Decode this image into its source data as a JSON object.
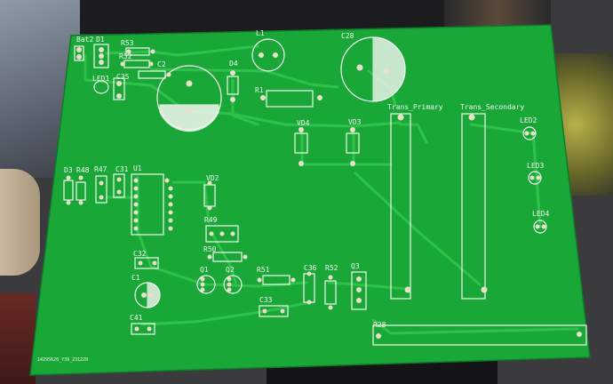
{
  "board": {
    "fill": "#19a838",
    "trace": "#2fc24a",
    "silk": "#f4f6f0",
    "pad": "#e8e0c8",
    "serial": "14295620_Y39_231228"
  },
  "refs": {
    "bat2": "Bat2",
    "d1": "D1",
    "r53": "R53",
    "r52a": "R52",
    "c2": "C2",
    "led1": "LED1",
    "c35": "C35",
    "l1": "L1",
    "c28": "C28",
    "d4": "D4",
    "r1": "R1",
    "vd4": "VD4",
    "vd3": "VD3",
    "trans_primary": "Trans_Primary",
    "trans_secondary": "Trans_Secondary",
    "led2": "LED2",
    "led3": "LED3",
    "led4": "LED4",
    "d3": "D3",
    "r48": "R48",
    "r47": "R47",
    "c31": "C31",
    "u1": "U1",
    "vd2": "VD2",
    "r49": "R49",
    "r50": "R50",
    "c32": "C32",
    "q1": "Q1",
    "q2": "Q2",
    "r51": "R51",
    "c36": "C36",
    "r52b": "R52",
    "q3": "Q3",
    "c1": "C1",
    "c33": "C33",
    "c41": "C41",
    "r28": "R28"
  }
}
